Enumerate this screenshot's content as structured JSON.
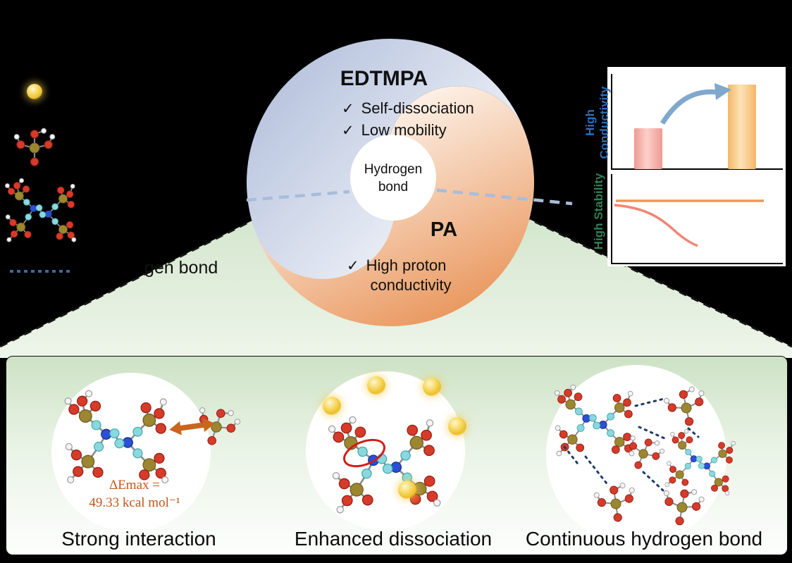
{
  "colors": {
    "edtmpa_blue": "#aebcd9",
    "pa_orange": "#ea9a62",
    "triangle_green": "#cde2c5",
    "annotation_orange": "#c3561a",
    "conductivity_label_blue": "#2e6fb7",
    "stability_label_green": "#2f8054",
    "proton_yellow": "#f2c531",
    "hydrogen_bond_dash_blue": "#1e3a66"
  },
  "legend": {
    "hydrogen_bond_partial_label": "gen bond"
  },
  "venn": {
    "check": "✓",
    "top_title": "EDTMPA",
    "top_items": [
      "Self-dissociation",
      "Low mobility"
    ],
    "center_line1": "Hydrogen",
    "center_line2": "bond",
    "bottom_title": "PA",
    "bottom_item_line1": "High proton",
    "bottom_item_line2": "conductivity"
  },
  "side_charts": {
    "conductivity_axis_label": "High Conductivity",
    "stability_axis_label": "High Stability"
  },
  "chart_data": [
    {
      "type": "bar",
      "title": "",
      "ylabel": "High Conductivity",
      "categories": [
        "",
        ""
      ],
      "values_rel": [
        0.48,
        1.0
      ],
      "bar_colors": [
        "#f2a09a",
        "#f8c87e"
      ],
      "annotation": "curved arrow from small bar up to tall bar",
      "axes_labeled": false,
      "note": "schematic bars, no numeric ticks shown"
    },
    {
      "type": "line",
      "title": "",
      "ylabel": "High Stability",
      "series": [
        {
          "name": "flat stable line",
          "color": "#f5954f",
          "values_rel": [
            1,
            1,
            1,
            1,
            1
          ]
        },
        {
          "name": "decaying line",
          "color": "#ef8677",
          "values_rel": [
            0.95,
            0.8,
            0.6,
            0.4,
            0.28
          ]
        }
      ],
      "axes_labeled": false,
      "note": "schematic lines, no numeric ticks shown"
    }
  ],
  "bottom_section": {
    "panels": [
      {
        "caption": "Strong interaction",
        "annotation_line1": "ΔEmax =",
        "annotation_line2": "49.33 kcal mol⁻¹"
      },
      {
        "caption": "Enhanced dissociation"
      },
      {
        "caption": "Continuous hydrogen bond"
      }
    ]
  }
}
